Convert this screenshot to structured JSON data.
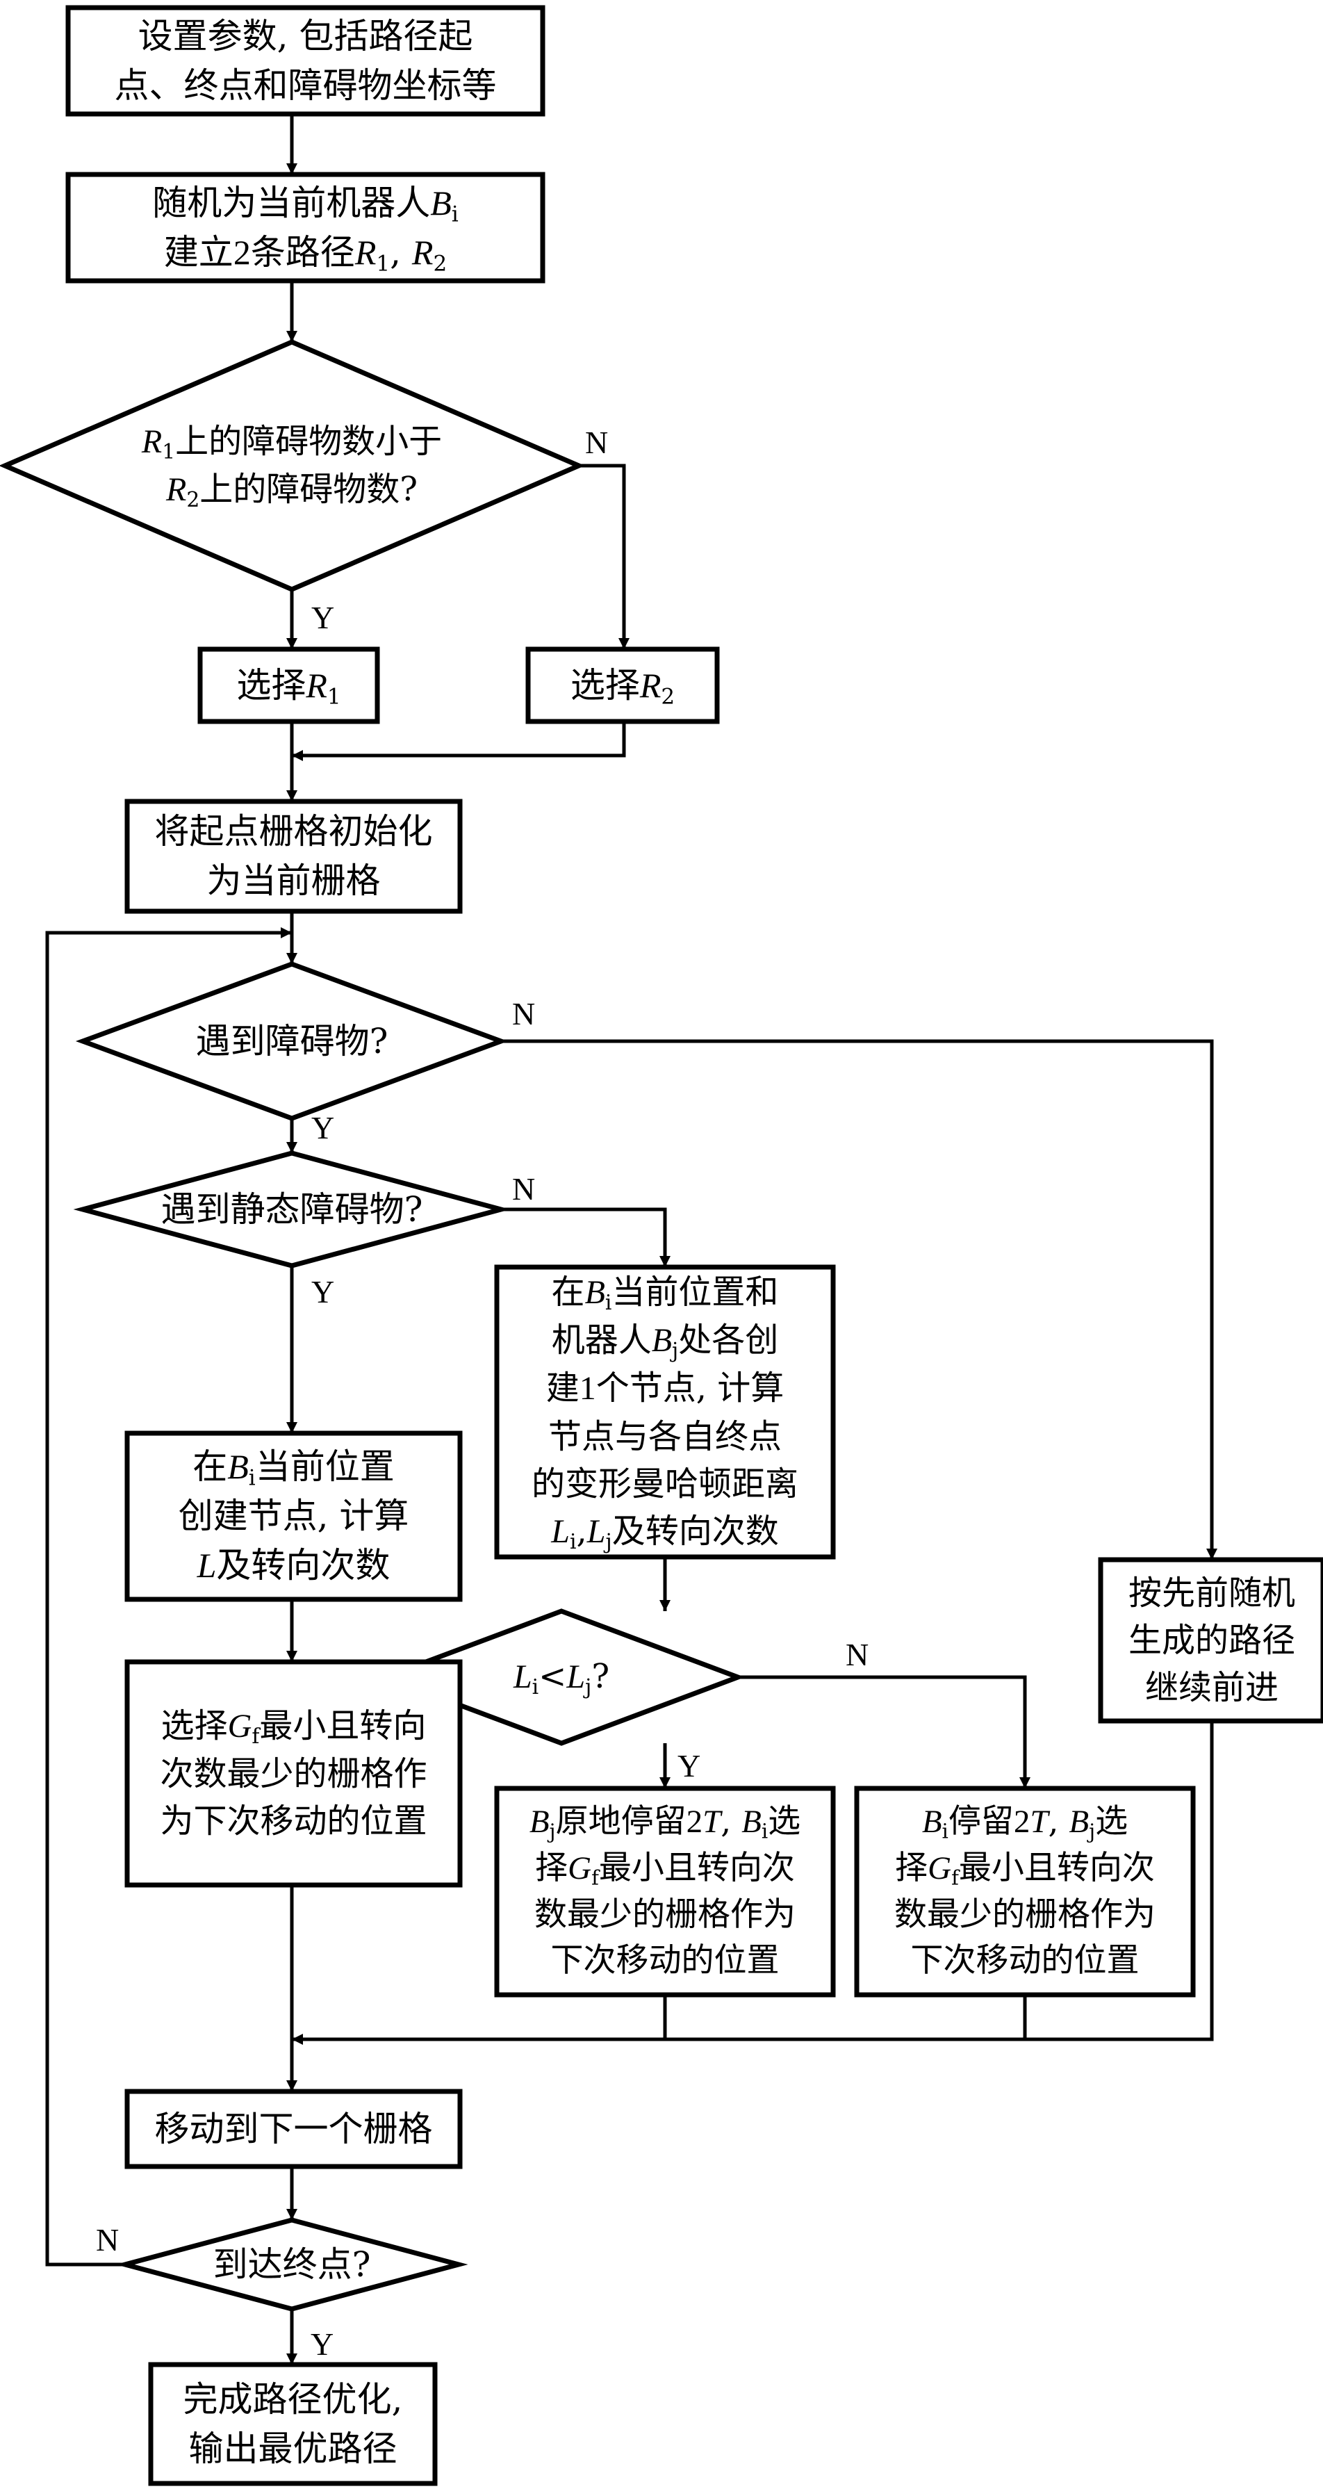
{
  "diagram": {
    "type": "flowchart",
    "line_color": "#000000",
    "background": "#ffffff",
    "nodes": [
      {
        "id": "n1",
        "shape": "rect",
        "lines": [
          [
            [
              "t",
              "设置参数, 包括路径起"
            ]
          ],
          [
            [
              "t",
              "点、终点和障碍物坐标等"
            ]
          ]
        ]
      },
      {
        "id": "n2",
        "shape": "rect",
        "lines": [
          [
            [
              "t",
              "随机为当前机器人"
            ],
            [
              "i",
              "B"
            ],
            [
              "sub",
              "i"
            ]
          ],
          [
            [
              "t",
              "建立"
            ],
            [
              "n",
              "2"
            ],
            [
              "t",
              "条路径"
            ],
            [
              "i",
              "R"
            ],
            [
              "sub",
              "1"
            ],
            [
              "t",
              ", "
            ],
            [
              "i",
              "R"
            ],
            [
              "sub",
              "2"
            ]
          ]
        ]
      },
      {
        "id": "d1",
        "shape": "diamond",
        "lines": [
          [
            [
              "i",
              "R"
            ],
            [
              "sub",
              "1"
            ],
            [
              "t",
              "上的障碍物数小于"
            ]
          ],
          [
            [
              "i",
              "R"
            ],
            [
              "sub",
              "2"
            ],
            [
              "t",
              "上的障碍物数?"
            ]
          ]
        ]
      },
      {
        "id": "n3",
        "shape": "rect",
        "lines": [
          [
            [
              "t",
              "选择"
            ],
            [
              "i",
              "R"
            ],
            [
              "sub",
              "1"
            ]
          ]
        ]
      },
      {
        "id": "n4",
        "shape": "rect",
        "lines": [
          [
            [
              "t",
              "选择"
            ],
            [
              "i",
              "R"
            ],
            [
              "sub",
              "2"
            ]
          ]
        ]
      },
      {
        "id": "n5",
        "shape": "rect",
        "lines": [
          [
            [
              "t",
              "将起点栅格初始化"
            ]
          ],
          [
            [
              "t",
              "为当前栅格"
            ]
          ]
        ]
      },
      {
        "id": "d2",
        "shape": "diamond",
        "lines": [
          [
            [
              "t",
              "遇到障碍物?"
            ]
          ]
        ]
      },
      {
        "id": "d3",
        "shape": "diamond",
        "lines": [
          [
            [
              "t",
              "遇到静态障碍物?"
            ]
          ]
        ]
      },
      {
        "id": "n6",
        "shape": "rect",
        "lines": [
          [
            [
              "t",
              "在"
            ],
            [
              "i",
              "B"
            ],
            [
              "sub",
              "i"
            ],
            [
              "t",
              "当前位置和"
            ]
          ],
          [
            [
              "t",
              "机器人"
            ],
            [
              "i",
              "B"
            ],
            [
              "sub",
              "j"
            ],
            [
              "t",
              "处各创"
            ]
          ],
          [
            [
              "t",
              "建"
            ],
            [
              "n",
              "1"
            ],
            [
              "t",
              "个节点, 计算"
            ]
          ],
          [
            [
              "t",
              "节点与各自终点"
            ]
          ],
          [
            [
              "t",
              "的变形曼哈顿距离"
            ]
          ],
          [
            [
              "i",
              "L"
            ],
            [
              "sub",
              "i"
            ],
            [
              "t",
              ","
            ],
            [
              "i",
              "L"
            ],
            [
              "sub",
              "j"
            ],
            [
              "t",
              "及转向次数"
            ]
          ]
        ]
      },
      {
        "id": "n7",
        "shape": "rect",
        "lines": [
          [
            [
              "t",
              "在"
            ],
            [
              "i",
              "B"
            ],
            [
              "sub",
              "i"
            ],
            [
              "t",
              "当前位置"
            ]
          ],
          [
            [
              "t",
              "创建节点, 计算"
            ]
          ],
          [
            [
              "i",
              "L"
            ],
            [
              "t",
              "及转向次数"
            ]
          ]
        ]
      },
      {
        "id": "d4",
        "shape": "diamond",
        "lines": [
          [
            [
              "i",
              "L"
            ],
            [
              "sub",
              "i"
            ],
            [
              "t",
              "<"
            ],
            [
              "i",
              "L"
            ],
            [
              "sub",
              "j"
            ],
            [
              "t",
              "?"
            ]
          ]
        ]
      },
      {
        "id": "n8",
        "shape": "rect",
        "lines": [
          [
            [
              "t",
              "按先前随机"
            ]
          ],
          [
            [
              "t",
              "生成的路径"
            ]
          ],
          [
            [
              "t",
              "继续前进"
            ]
          ]
        ]
      },
      {
        "id": "n9",
        "shape": "rect",
        "lines": [
          [
            [
              "t",
              "选择"
            ],
            [
              "i",
              "G"
            ],
            [
              "sub",
              "f"
            ],
            [
              "t",
              "最小且转向"
            ]
          ],
          [
            [
              "t",
              "次数最少的栅格作"
            ]
          ],
          [
            [
              "t",
              "为下次移动的位置"
            ]
          ]
        ]
      },
      {
        "id": "n10",
        "shape": "rect",
        "lines": [
          [
            [
              "i",
              "B"
            ],
            [
              "sub",
              "j"
            ],
            [
              "t",
              "原地停留"
            ],
            [
              "n",
              "2"
            ],
            [
              "i",
              "T"
            ],
            [
              "t",
              ", "
            ],
            [
              "i",
              "B"
            ],
            [
              "sub",
              "i"
            ],
            [
              "t",
              "选"
            ]
          ],
          [
            [
              "t",
              "择"
            ],
            [
              "i",
              "G"
            ],
            [
              "sub",
              "f"
            ],
            [
              "t",
              "最小且转向次"
            ]
          ],
          [
            [
              "t",
              "数最少的栅格作为"
            ]
          ],
          [
            [
              "t",
              "下次移动的位置"
            ]
          ]
        ]
      },
      {
        "id": "n11",
        "shape": "rect",
        "lines": [
          [
            [
              "i",
              "B"
            ],
            [
              "sub",
              "i"
            ],
            [
              "t",
              "停留"
            ],
            [
              "n",
              "2"
            ],
            [
              "i",
              "T"
            ],
            [
              "t",
              ", "
            ],
            [
              "i",
              "B"
            ],
            [
              "sub",
              "j"
            ],
            [
              "t",
              "选"
            ]
          ],
          [
            [
              "t",
              "择"
            ],
            [
              "i",
              "G"
            ],
            [
              "sub",
              "f"
            ],
            [
              "t",
              "最小且转向次"
            ]
          ],
          [
            [
              "t",
              "数最少的栅格作为"
            ]
          ],
          [
            [
              "t",
              "下次移动的位置"
            ]
          ]
        ]
      },
      {
        "id": "n12",
        "shape": "rect",
        "lines": [
          [
            [
              "t",
              "移动到下一个栅格"
            ]
          ]
        ]
      },
      {
        "id": "d5",
        "shape": "diamond",
        "lines": [
          [
            [
              "t",
              "到达终点?"
            ]
          ]
        ]
      },
      {
        "id": "n13",
        "shape": "rect",
        "lines": [
          [
            [
              "t",
              "完成路径优化,"
            ]
          ],
          [
            [
              "t",
              "输出最优路径"
            ]
          ]
        ]
      }
    ],
    "edges": [
      {
        "from": "n1",
        "to": "n2",
        "label": ""
      },
      {
        "from": "n2",
        "to": "d1",
        "label": ""
      },
      {
        "from": "d1",
        "to": "n3",
        "label": "Y"
      },
      {
        "from": "d1",
        "to": "n4",
        "label": "N"
      },
      {
        "from": "n3",
        "to": "n5",
        "label": ""
      },
      {
        "from": "n4",
        "to": "n5",
        "label": ""
      },
      {
        "from": "n5",
        "to": "d2",
        "label": ""
      },
      {
        "from": "d2",
        "to": "d3",
        "label": "Y"
      },
      {
        "from": "d2",
        "to": "n8",
        "label": "N"
      },
      {
        "from": "d3",
        "to": "n7",
        "label": "Y"
      },
      {
        "from": "d3",
        "to": "n6",
        "label": "N"
      },
      {
        "from": "n7",
        "to": "n9",
        "label": ""
      },
      {
        "from": "n6",
        "to": "d4",
        "label": ""
      },
      {
        "from": "d4",
        "to": "n10",
        "label": "Y"
      },
      {
        "from": "d4",
        "to": "n11",
        "label": "N"
      },
      {
        "from": "n9",
        "to": "n12",
        "label": ""
      },
      {
        "from": "n10",
        "to": "n12",
        "label": ""
      },
      {
        "from": "n11",
        "to": "n12",
        "label": ""
      },
      {
        "from": "n8",
        "to": "n12",
        "label": ""
      },
      {
        "from": "n12",
        "to": "d5",
        "label": ""
      },
      {
        "from": "d5",
        "to": "d2",
        "label": "N"
      },
      {
        "from": "d5",
        "to": "n13",
        "label": "Y"
      }
    ]
  }
}
